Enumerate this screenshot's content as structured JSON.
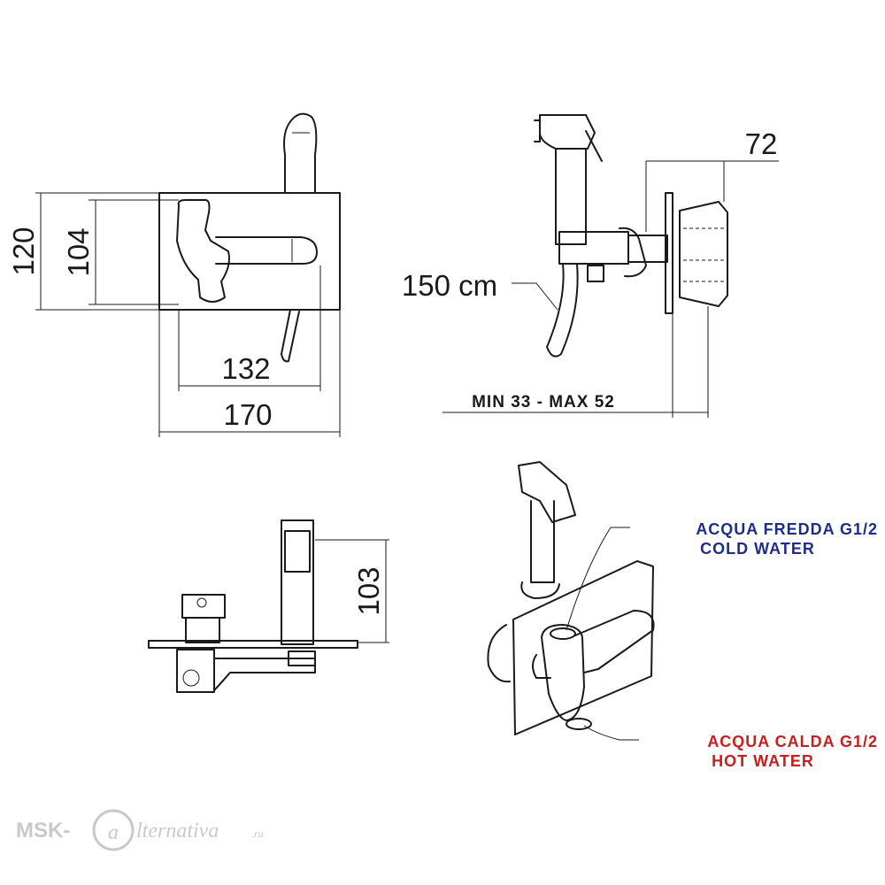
{
  "dimensions": {
    "height_total": "120",
    "height_inner": "104",
    "width_inner": "132",
    "width_total": "170",
    "depth": "72",
    "hose_length": "150 cm",
    "wall_range": "MIN 33 - MAX 52",
    "spout_height": "103"
  },
  "labels": {
    "cold_it": "ACQUA FREDDA  G1/2",
    "cold_en": "COLD WATER",
    "hot_it": "ACQUA  CALDA G1/2",
    "hot_en": "HOT WATER"
  },
  "watermark": {
    "part1": "MSK-",
    "part2": "lternativa",
    "part3": ".ru"
  },
  "colors": {
    "line": "#1a1a1a",
    "cold": "#1f2d8a",
    "hot": "#c81e1e",
    "watermark": "#c9c9c9"
  }
}
